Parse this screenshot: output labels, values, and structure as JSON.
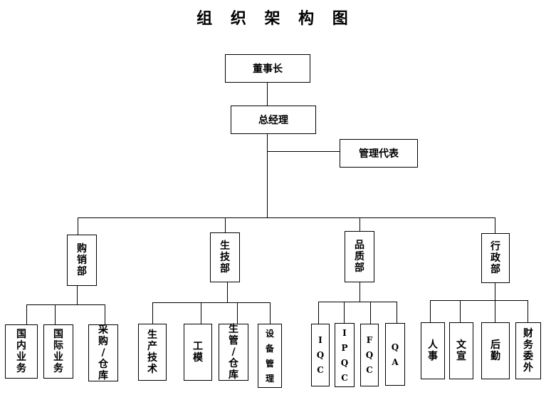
{
  "title": "组 织 架 构 图",
  "chairman": "董事长",
  "gm": "总经理",
  "rep": "管理代表",
  "depts": [
    {
      "name": "购销部",
      "subs": [
        "国内业务",
        "国际业务",
        "采购/仓库"
      ]
    },
    {
      "name": "生技部",
      "subs": [
        "生产技术",
        "工模",
        "生管/仓库",
        "设备管理"
      ]
    },
    {
      "name": "品质部",
      "subs": [
        "IQC",
        "IPQC",
        "FQC",
        "QA"
      ]
    },
    {
      "name": "行政部",
      "subs": [
        "人事",
        "文宣",
        "后勤",
        "财务委外"
      ]
    }
  ]
}
